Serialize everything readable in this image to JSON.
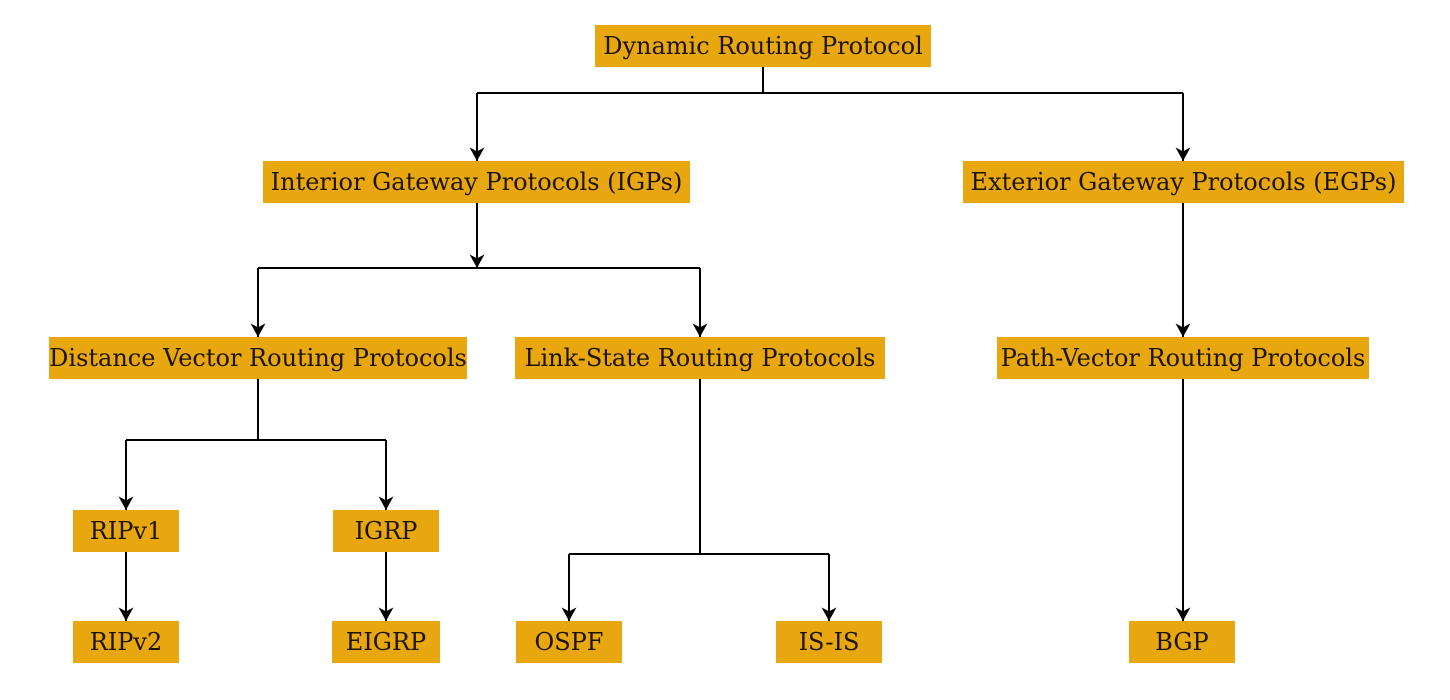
{
  "diagram": {
    "type": "tree",
    "title": "Dynamic Routing Protocol hierarchy",
    "colors": {
      "node_fill": "#E8A70F",
      "node_text": "#1d1400",
      "line": "#000000",
      "background": "#ffffff"
    },
    "nodes": {
      "root": {
        "label": "Dynamic Routing Protocol"
      },
      "igp": {
        "label": "Interior Gateway Protocols (IGPs)"
      },
      "egp": {
        "label": "Exterior Gateway Protocols (EGPs)"
      },
      "dv": {
        "label": "Distance Vector Routing Protocols"
      },
      "ls": {
        "label": "Link-State Routing Protocols"
      },
      "pv": {
        "label": "Path-Vector Routing Protocols"
      },
      "ripv1": {
        "label": "RIPv1"
      },
      "igrp": {
        "label": "IGRP"
      },
      "ripv2": {
        "label": "RIPv2"
      },
      "eigrp": {
        "label": "EIGRP"
      },
      "ospf": {
        "label": "OSPF"
      },
      "isis": {
        "label": "IS-IS"
      },
      "bgp": {
        "label": "BGP"
      }
    },
    "edges": [
      {
        "from": "root",
        "to": "igp"
      },
      {
        "from": "root",
        "to": "egp"
      },
      {
        "from": "igp",
        "to": "dv"
      },
      {
        "from": "igp",
        "to": "ls"
      },
      {
        "from": "egp",
        "to": "pv"
      },
      {
        "from": "dv",
        "to": "ripv1"
      },
      {
        "from": "dv",
        "to": "igrp"
      },
      {
        "from": "ls",
        "to": "ospf"
      },
      {
        "from": "ls",
        "to": "isis"
      },
      {
        "from": "pv",
        "to": "bgp"
      },
      {
        "from": "ripv1",
        "to": "ripv2"
      },
      {
        "from": "igrp",
        "to": "eigrp"
      }
    ]
  }
}
